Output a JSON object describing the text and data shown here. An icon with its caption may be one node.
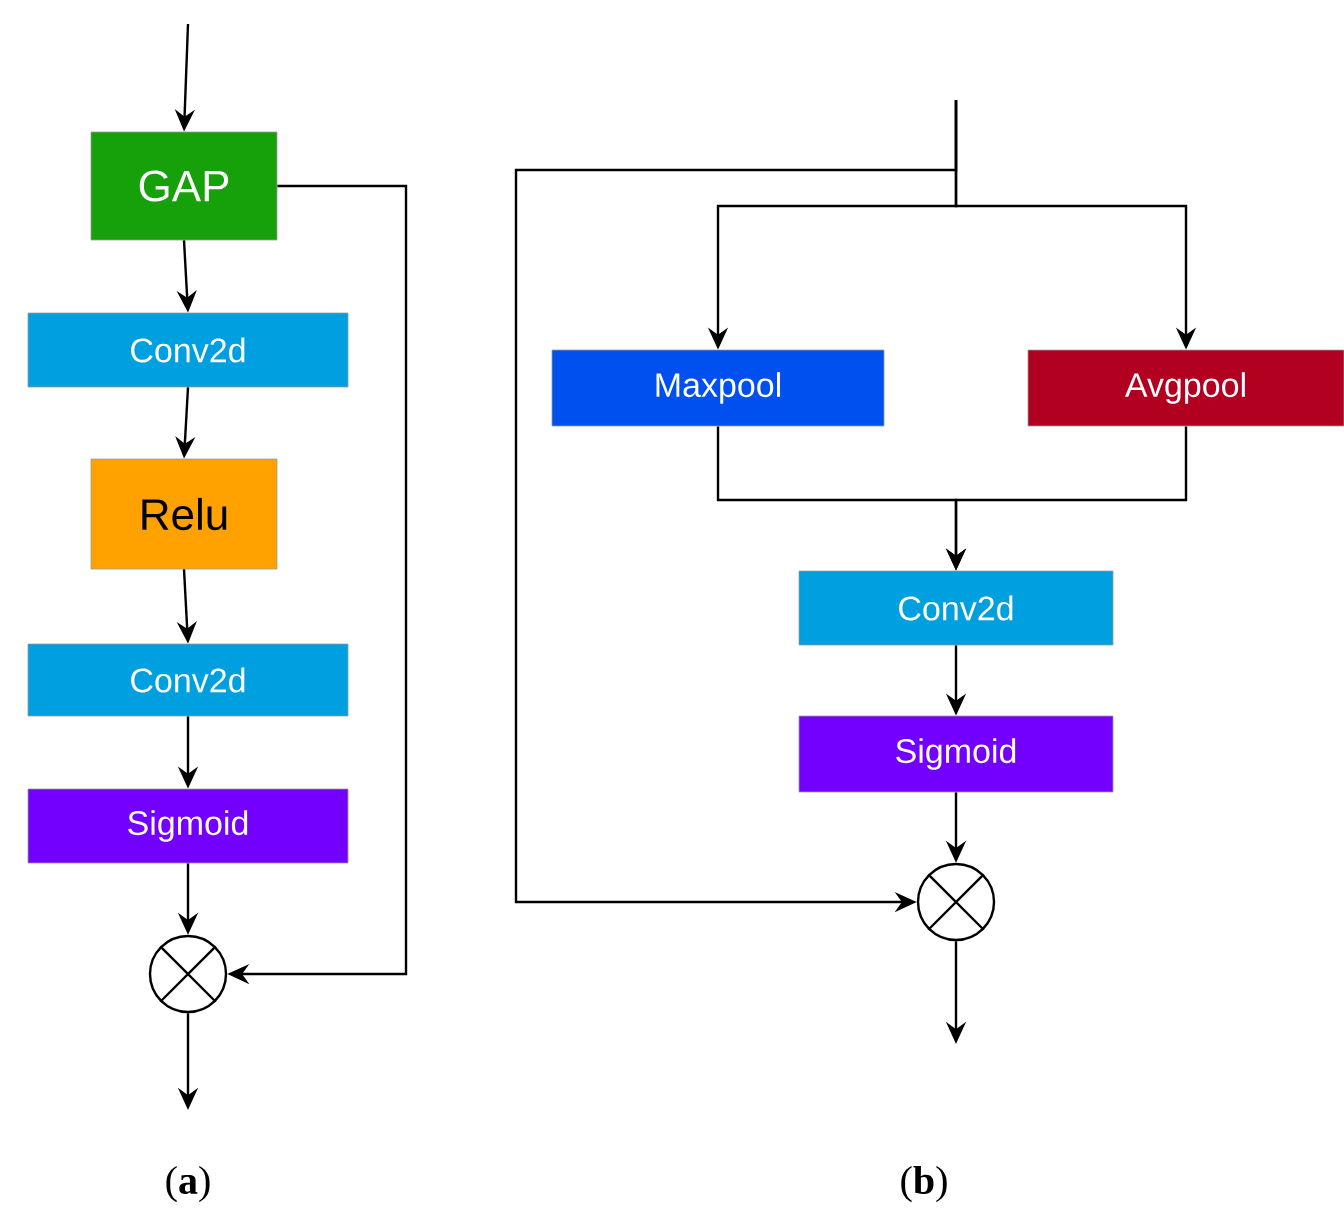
{
  "diagram": {
    "nodes": [
      {
        "text": [
          "GAP"
        ]
      },
      {
        "text": [
          "Conv2d"
        ]
      },
      {
        "text": [
          "Relu"
        ]
      },
      {
        "text": [
          "Conv2d"
        ]
      },
      {
        "text": [
          "Sigmoid"
        ]
      },
      {
        "text": [],
        "shape": "circle"
      },
      {
        "text": [
          "Maxpool"
        ]
      },
      {
        "text": [
          "Avgpool"
        ]
      },
      {
        "text": [
          "Conv2d"
        ]
      },
      {
        "text": [
          "Sigmoid"
        ]
      },
      {
        "text": [],
        "shape": "circle"
      }
    ],
    "edges": [
      {
        "from": null,
        "to": 0,
        "arrow": "to"
      },
      {
        "from": 0,
        "to": 1,
        "arrow": "to"
      },
      {
        "from": 1,
        "to": 2,
        "arrow": "to"
      },
      {
        "from": 2,
        "to": 3,
        "arrow": "to"
      },
      {
        "from": 3,
        "to": 4,
        "arrow": "to"
      },
      {
        "from": 4,
        "to": 5,
        "arrow": "to"
      },
      {
        "from": 0,
        "to": 5,
        "arrow": "to"
      },
      {
        "from": 5,
        "to": null,
        "arrow": "to"
      },
      {
        "from": null,
        "to": 6,
        "arrow": "to"
      },
      {
        "from": null,
        "to": 7,
        "arrow": "to"
      },
      {
        "from": null,
        "to": 10,
        "arrow": "to"
      },
      {
        "from": 6,
        "to": 8,
        "arrow": "to"
      },
      {
        "from": 7,
        "to": 8,
        "arrow": "to"
      },
      {
        "from": 8,
        "to": 9,
        "arrow": "to"
      },
      {
        "from": 9,
        "to": 10,
        "arrow": "to"
      },
      {
        "from": 10,
        "to": null,
        "arrow": "to"
      }
    ],
    "labels": [
      "(**a**)",
      "(**b**)"
    ]
  }
}
